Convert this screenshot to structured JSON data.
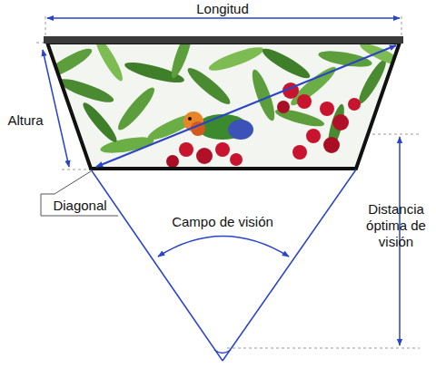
{
  "diagram": {
    "labels": [
      "Longitud",
      "Altura",
      "Diagonal",
      "Campo de visión",
      "Distancia óptima de visión"
    ]
  }
}
